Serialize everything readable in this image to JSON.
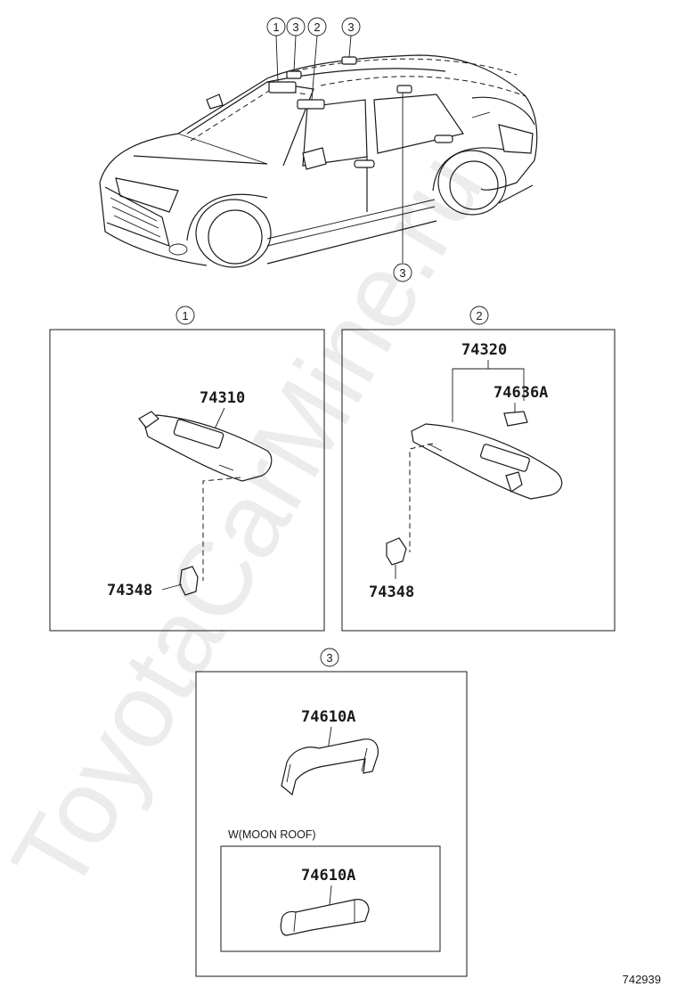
{
  "watermark": "ToyotaCarMine.ru",
  "overview": {
    "callouts": [
      "1",
      "3",
      "2",
      "3",
      "3"
    ]
  },
  "panel1": {
    "label": "1",
    "parts": {
      "visor": "74310",
      "clip": "74348"
    }
  },
  "panel2": {
    "label": "2",
    "parts": {
      "visor": "74320",
      "mirror": "74636A",
      "clip": "74348"
    }
  },
  "panel3": {
    "label": "3",
    "parts": {
      "grip": "74610A",
      "grip_moonroof": "74610A"
    },
    "sub_note": "W(MOON ROOF)"
  },
  "diagram_ref": "742939"
}
